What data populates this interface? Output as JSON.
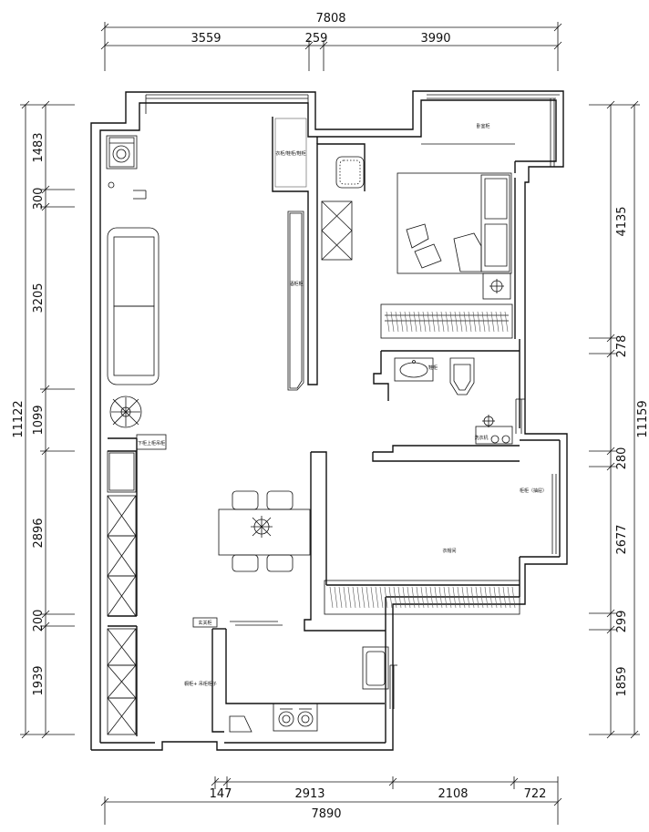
{
  "dimensions": {
    "top_total": "7808",
    "top_segments": [
      "3559",
      "259",
      "3990"
    ],
    "bottom_total": "7890",
    "bottom_segments": [
      "147",
      "2913",
      "2108",
      "722"
    ],
    "left_total": "11122",
    "left_segments": [
      "1483",
      "300",
      "3205",
      "1099",
      "2896",
      "200",
      "1939"
    ],
    "right_total": "11159",
    "right_segments": [
      "4135",
      "278",
      "280",
      "2677",
      "299",
      "1859"
    ]
  },
  "room_labels": {
    "top_right_room": "卧室柜",
    "wardrobe_note": "衣柜/鞋柜/鞋柜",
    "tall_cabinet": "酒柜柜",
    "kitchen_tall_unit": "下柜上柜吊柜",
    "wc_label": "洗衣机",
    "cabinet_small": "鞋柜",
    "cabinet_label": "柜柜（抽屉）",
    "wardrobe_room": "衣帽间",
    "entry_door": "玄关柜",
    "kitchen_label": "橱柜+ 吊柜柜子"
  },
  "colors": {
    "line": "#111111",
    "background": "#ffffff"
  }
}
